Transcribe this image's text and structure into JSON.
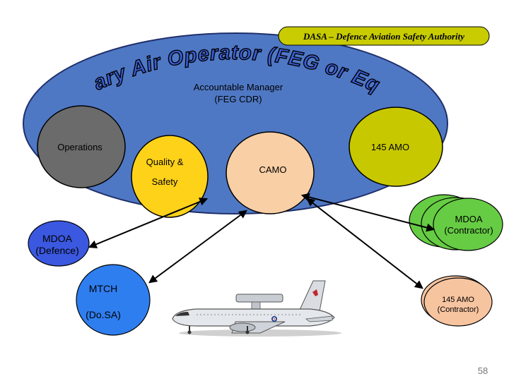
{
  "colors": {
    "mao_fill": "#4f78c4",
    "operations_fill": "#6b6b6b",
    "amo145_fill": "#c8c800",
    "quality_fill": "#ffd21a",
    "camo_fill": "#f9cfa6",
    "mdoa_contractor_fill": "#66cc44",
    "mdoa_defence_fill": "#3b58e0",
    "mtch_fill": "#2f7ef0",
    "amo_contractor_fill": "#f7c4a0",
    "banner_fill": "#c8cc00",
    "wordart_fill": "#3d5ed8"
  },
  "banner": {
    "text": "DASA – Defence Aviation Safety Authority"
  },
  "mao": {
    "title": "Military Air Operator  (FEG or Equiv)",
    "accountable_manager": "Accountable Manager",
    "feg_cdr": "(FEG CDR)"
  },
  "nodes": {
    "operations": "Operations",
    "amo145": "145 AMO",
    "quality_line1": "Quality &",
    "quality_line2": "Safety",
    "camo": "CAMO",
    "mdoa_contractor_line1": "MDOA",
    "mdoa_contractor_line2": "(Contractor)",
    "mdoa_defence_line1": "MDOA",
    "mdoa_defence_line2": "(Defence)",
    "mtch_line1": "MTCH",
    "mtch_line2": "(Do.SA)",
    "amo_contractor_line1": "145 AMO",
    "amo_contractor_line2": "(Contractor)"
  },
  "aircraft_icon": "aircraft-awacs-icon",
  "page_number": "58"
}
